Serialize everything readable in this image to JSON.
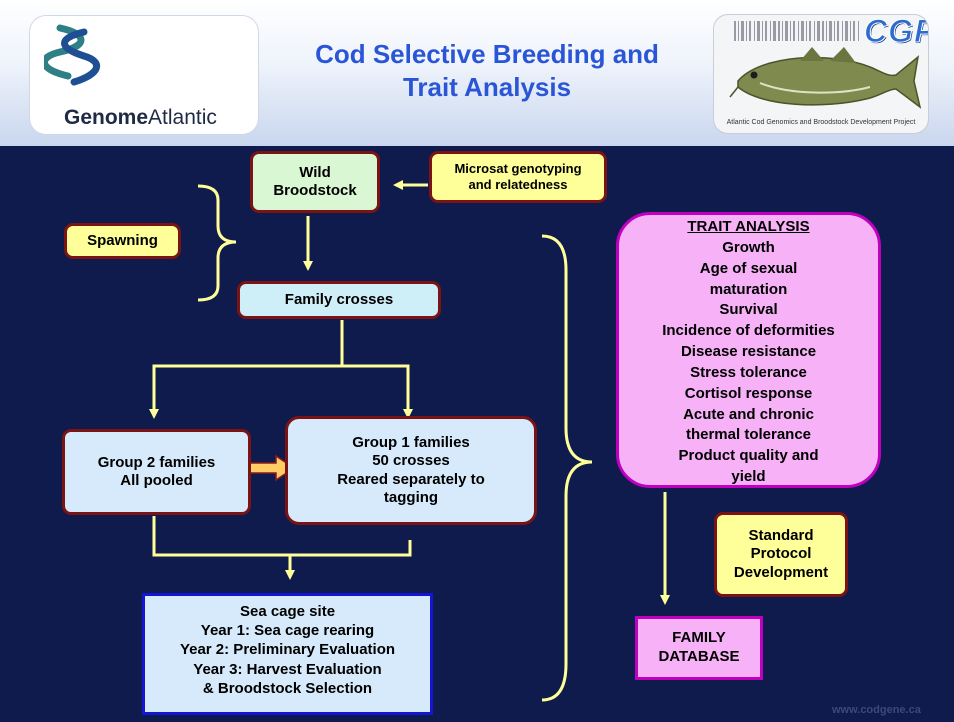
{
  "header": {
    "title_line1": "Cod Selective Breeding and",
    "title_line2": "Trait Analysis",
    "logo_left_bold": "Genome",
    "logo_left_regular": "Atlantic",
    "logo_right_mark": "CGP",
    "logo_right_caption": "Atlantic Cod Genomics and Broodstock Development Project"
  },
  "diagram": {
    "wild_line1": "Wild",
    "wild_line2": "Broodstock",
    "microsat_line1": "Microsat genotyping",
    "microsat_line2": "and relatedness",
    "spawning": "Spawning",
    "family_crosses": "Family crosses",
    "group2_line1": "Group 2 families",
    "group2_line2": "All pooled",
    "group1_line1": "Group 1 families",
    "group1_line2": "50 crosses",
    "group1_line3": "Reared separately to",
    "group1_line4": "tagging",
    "seacage": [
      "Sea cage site",
      "Year 1: Sea cage rearing",
      "Year 2: Preliminary Evaluation",
      "Year 3: Harvest Evaluation",
      "& Broodstock Selection"
    ],
    "trait_title": "TRAIT ANALYSIS",
    "traits": [
      "Growth",
      "Age of sexual",
      "maturation",
      "Survival",
      "Incidence of deformities",
      "Disease resistance",
      "Stress tolerance",
      "Cortisol response",
      "Acute and chronic",
      "thermal tolerance",
      "Product quality and",
      "yield"
    ],
    "standard_line1": "Standard",
    "standard_line2": "Protocol",
    "standard_line3": "Development",
    "familydb_line1": "FAMILY",
    "familydb_line2": "DATABASE"
  },
  "footer": {
    "website": "www.codgene.ca"
  },
  "colors": {
    "background": "#0f1a4d",
    "title": "#2a55d6",
    "connector": "#ffff99",
    "trait_fill": "#f7b2f7",
    "trait_border": "#c000c0"
  }
}
